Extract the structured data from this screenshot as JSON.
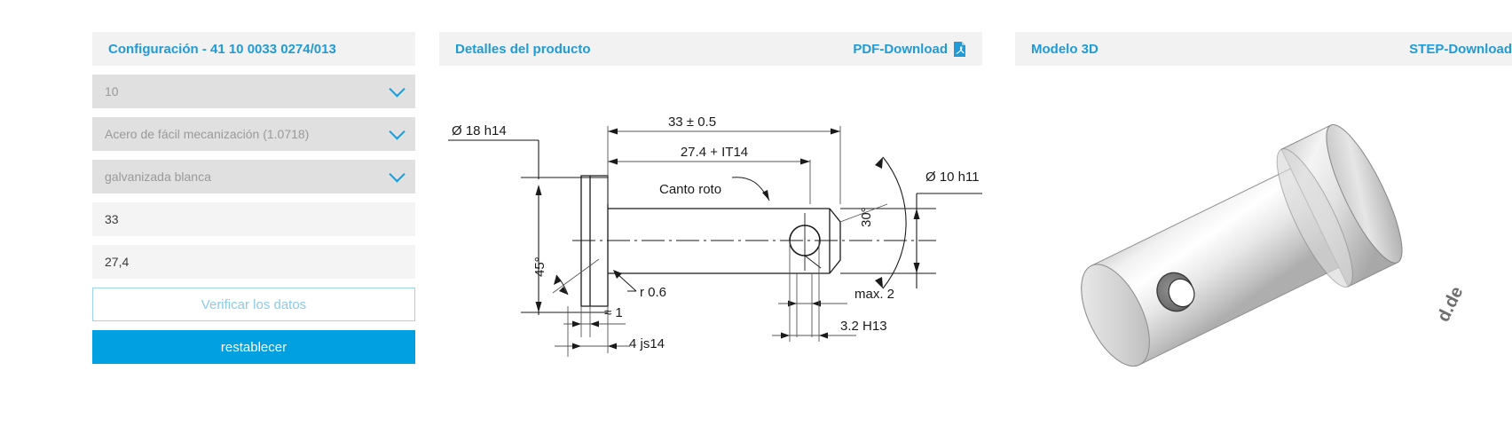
{
  "configurator": {
    "title": "Configuración - 41 10 0033 0274/013",
    "fields": [
      {
        "name": "diameter",
        "type": "select",
        "value": "10"
      },
      {
        "name": "material",
        "type": "select",
        "value": "Acero de fácil mecanización (1.0718)"
      },
      {
        "name": "coating",
        "type": "select",
        "value": "galvanizada blanca"
      },
      {
        "name": "length",
        "type": "text",
        "value": "33"
      },
      {
        "name": "usable_length",
        "type": "text",
        "value": "27,4"
      }
    ],
    "verify_label": "Verificar los datos",
    "reset_label": "restablecer"
  },
  "product_details": {
    "title": "Detalles del producto",
    "download_label": "PDF-Download",
    "download_icon": "pdf-file-icon"
  },
  "model_3d": {
    "title": "Modelo 3D",
    "download_label": "STEP-Download",
    "watermark": "d.de"
  },
  "drawing": {
    "labels": {
      "head_diameter": "Ø 18 h14",
      "total_length": "33 ± 0.5",
      "usable_length": "27.4 + IT14",
      "broken_edge": "Canto roto",
      "shank_diameter": "Ø 10 h11",
      "chamfer_angle": "30°",
      "head_chamfer_angle": "45°",
      "radius": "r 0.6",
      "approx_one": "≈ 1",
      "head_thickness": "4 js14",
      "max_two": "max. 2",
      "hole_diameter": "3.2 H13"
    }
  },
  "colors": {
    "accent": "#1f9bd7",
    "primary_button": "#00a0e1",
    "header_bg": "#f2f2f2",
    "select_bg": "#e0e0e0",
    "text_bg": "#f4f4f4"
  }
}
